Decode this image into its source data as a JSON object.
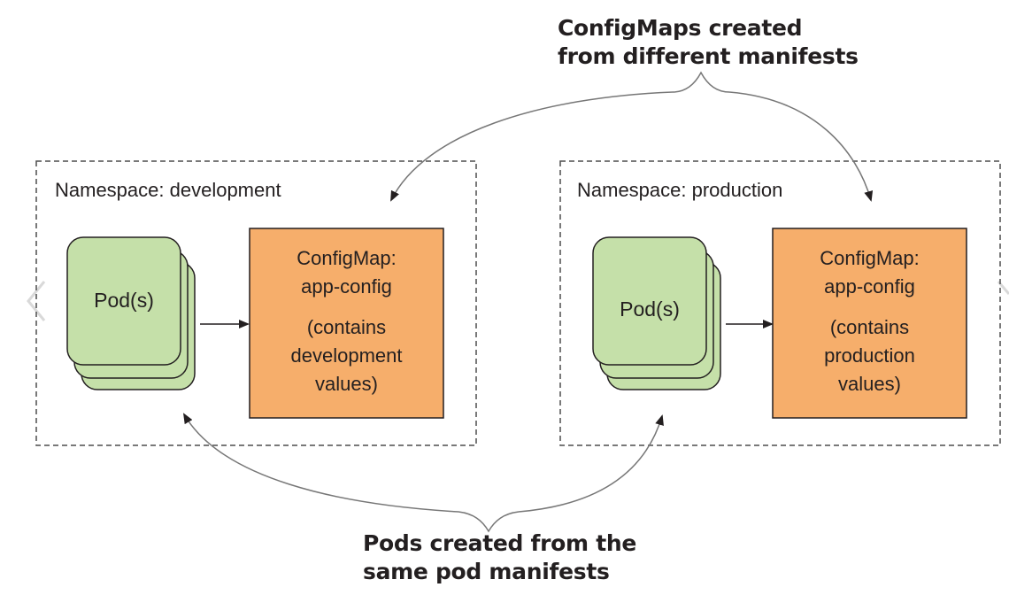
{
  "callouts": {
    "top": {
      "line1": "ConfigMaps created",
      "line2": "from different manifests"
    },
    "bottom": {
      "line1": "Pods created from the",
      "line2": "same pod manifests"
    }
  },
  "namespaces": [
    {
      "label": "Namespace: development",
      "pod_label": "Pod(s)",
      "configmap": {
        "line1": "ConfigMap:",
        "line2": "app-config",
        "line3": "(contains",
        "line4": "development",
        "line5": "values)"
      }
    },
    {
      "label": "Namespace: production",
      "pod_label": "Pod(s)",
      "configmap": {
        "line1": "ConfigMap:",
        "line2": "app-config",
        "line3": "(contains",
        "line4": "production",
        "line5": "values)"
      }
    }
  ],
  "colors": {
    "pod_fill": "#c5e0a9",
    "configmap_fill": "#f6ae6b",
    "stroke": "#231f20",
    "dash": "#4d4d4d"
  }
}
